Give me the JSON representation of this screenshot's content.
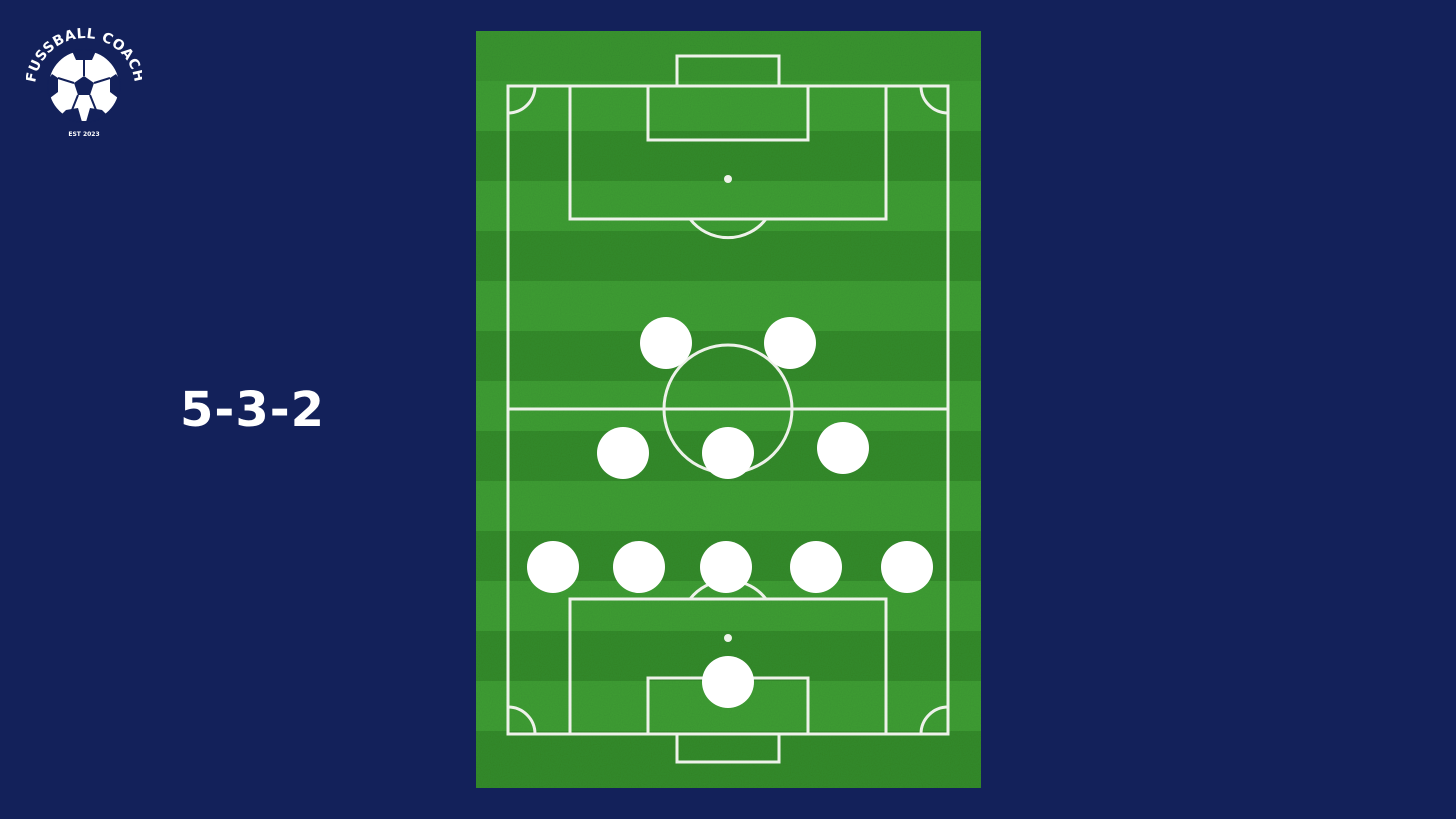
{
  "logo": {
    "brand_text": "FUSSBALL COACH",
    "established_text": "EST 2023",
    "icon": "soccer-ball-icon"
  },
  "formation": {
    "label": "5-3-2"
  },
  "colors": {
    "background": "#13215a",
    "pitch_light": "#3f9f34",
    "pitch_dark": "#2f8a27",
    "lines": "#f2f2f2",
    "players": "#ffffff"
  }
}
